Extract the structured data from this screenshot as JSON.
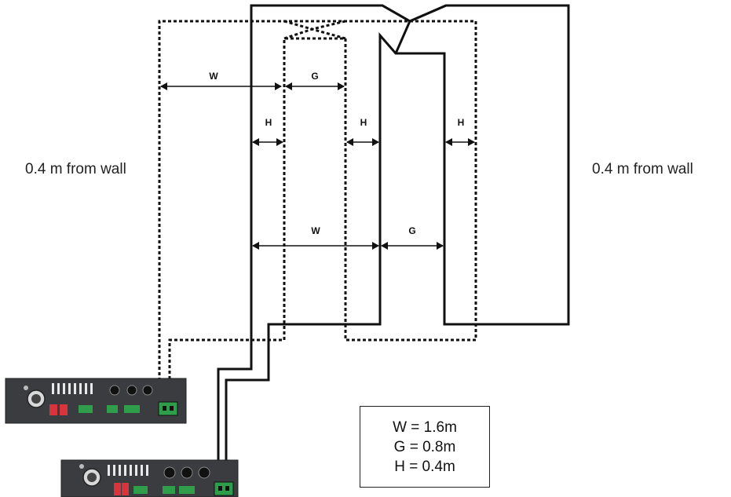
{
  "labels": {
    "w_top": "W",
    "g_top": "G",
    "h_left": "H",
    "h_mid": "H",
    "h_right": "H",
    "w_mid": "W",
    "g_mid": "G",
    "wall_left": "0.4 m from wall",
    "wall_right": "0.4 m from wall"
  },
  "legend": {
    "w": "W = 1.6m",
    "g": "G = 0.8m",
    "h": "H = 0.4m"
  },
  "icons": {
    "amplifier_unit": "amplifier-device-icon",
    "connector": "green-terminal-connector-icon"
  },
  "colors": {
    "line": "#111111",
    "device_body": "#3a3c3f",
    "terminal": "#2e9e4a",
    "dip_switch": "#d9333b"
  }
}
